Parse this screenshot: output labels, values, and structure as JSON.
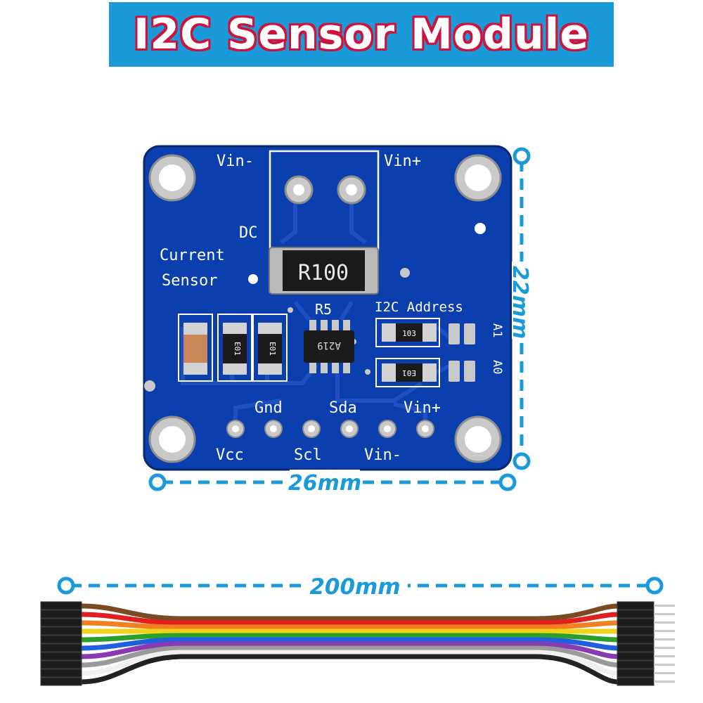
{
  "title": "I2C Sensor Module",
  "board": {
    "labels": {
      "vin_minus_top": "Vin-",
      "vin_plus_top": "Vin+",
      "dc": "DC",
      "current": "Current",
      "sensor": "Sensor",
      "r5": "R5",
      "i2c_address": "I2C Address",
      "a1": "A1",
      "a0": "A0",
      "gnd": "Gnd",
      "sda": "Sda",
      "vin_plus_bottom": "Vin+",
      "vcc": "Vcc",
      "scl": "Scl",
      "vin_minus_bottom": "Vin-"
    },
    "shunt_marking": "R100",
    "chip_marking": "A219",
    "resistor_markings": [
      "E01",
      "E01",
      "103",
      "E01"
    ]
  },
  "dimensions": {
    "height": "22mm",
    "width": "26mm",
    "cable_length": "200mm"
  },
  "colors": {
    "banner": "#1a9ad9",
    "title_outline": "#d0123a",
    "pcb": "#0b3fae",
    "dimension": "#1a9ad9"
  },
  "cable_wire_colors": [
    "#7a4b22",
    "#e02020",
    "#f08020",
    "#f2d21a",
    "#2aa02a",
    "#2060e0",
    "#8a3ab0",
    "#9a9a9a",
    "#f0f0f0",
    "#222222"
  ]
}
